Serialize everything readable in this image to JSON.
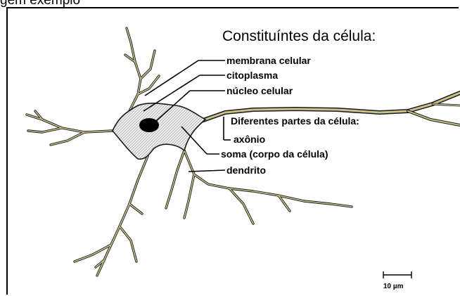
{
  "header": {
    "caption": "gem exemplo"
  },
  "diagram": {
    "title": "Constituíntes da célula:",
    "labels": {
      "membrana": "membrana celular",
      "citoplasma": "citoplasma",
      "nucleo": "núcleo celular",
      "partes_heading": "Diferentes partes da célula:",
      "axonio": "axônio",
      "soma": "soma (corpo da célula)",
      "dendrito": "dendrito"
    },
    "scale_bar": "10 µm"
  },
  "colors": {
    "fiber_outline": "#1a1a1a",
    "fiber_fill": "#c9c18a",
    "soma_hatch": "#bdbdbd",
    "nucleus": "#000000"
  }
}
